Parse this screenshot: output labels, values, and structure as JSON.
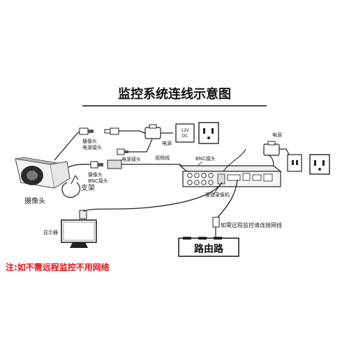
{
  "title": "监控系统连线示意图",
  "labels": {
    "camera": "摄像头",
    "bracket": "支架",
    "camera_connector": "摄像头",
    "camera_power_connector": "电源接头",
    "camera_bnc_connector_a": "摄像头",
    "camera_bnc_connector_b": "BNC接头",
    "power_label_top": "电源",
    "power_connector_mid": "电源接头",
    "video_cable": "视频线",
    "bnc_connector": "BNC接头",
    "dvr": "硬盘录像机",
    "power_label_right": "电源",
    "adapter_voltage": "12V",
    "adapter_dc": "DC",
    "monitor": "显示器",
    "remote_note": "如需远程监控请连接网线",
    "router": "路由路",
    "bottom_note": "注:如不需远程监控不用网络"
  },
  "colors": {
    "title": "#111111",
    "line": "#111111",
    "note_red": "#e0121b",
    "router_border": "#222222",
    "device_gray": "#d9d9d9"
  }
}
